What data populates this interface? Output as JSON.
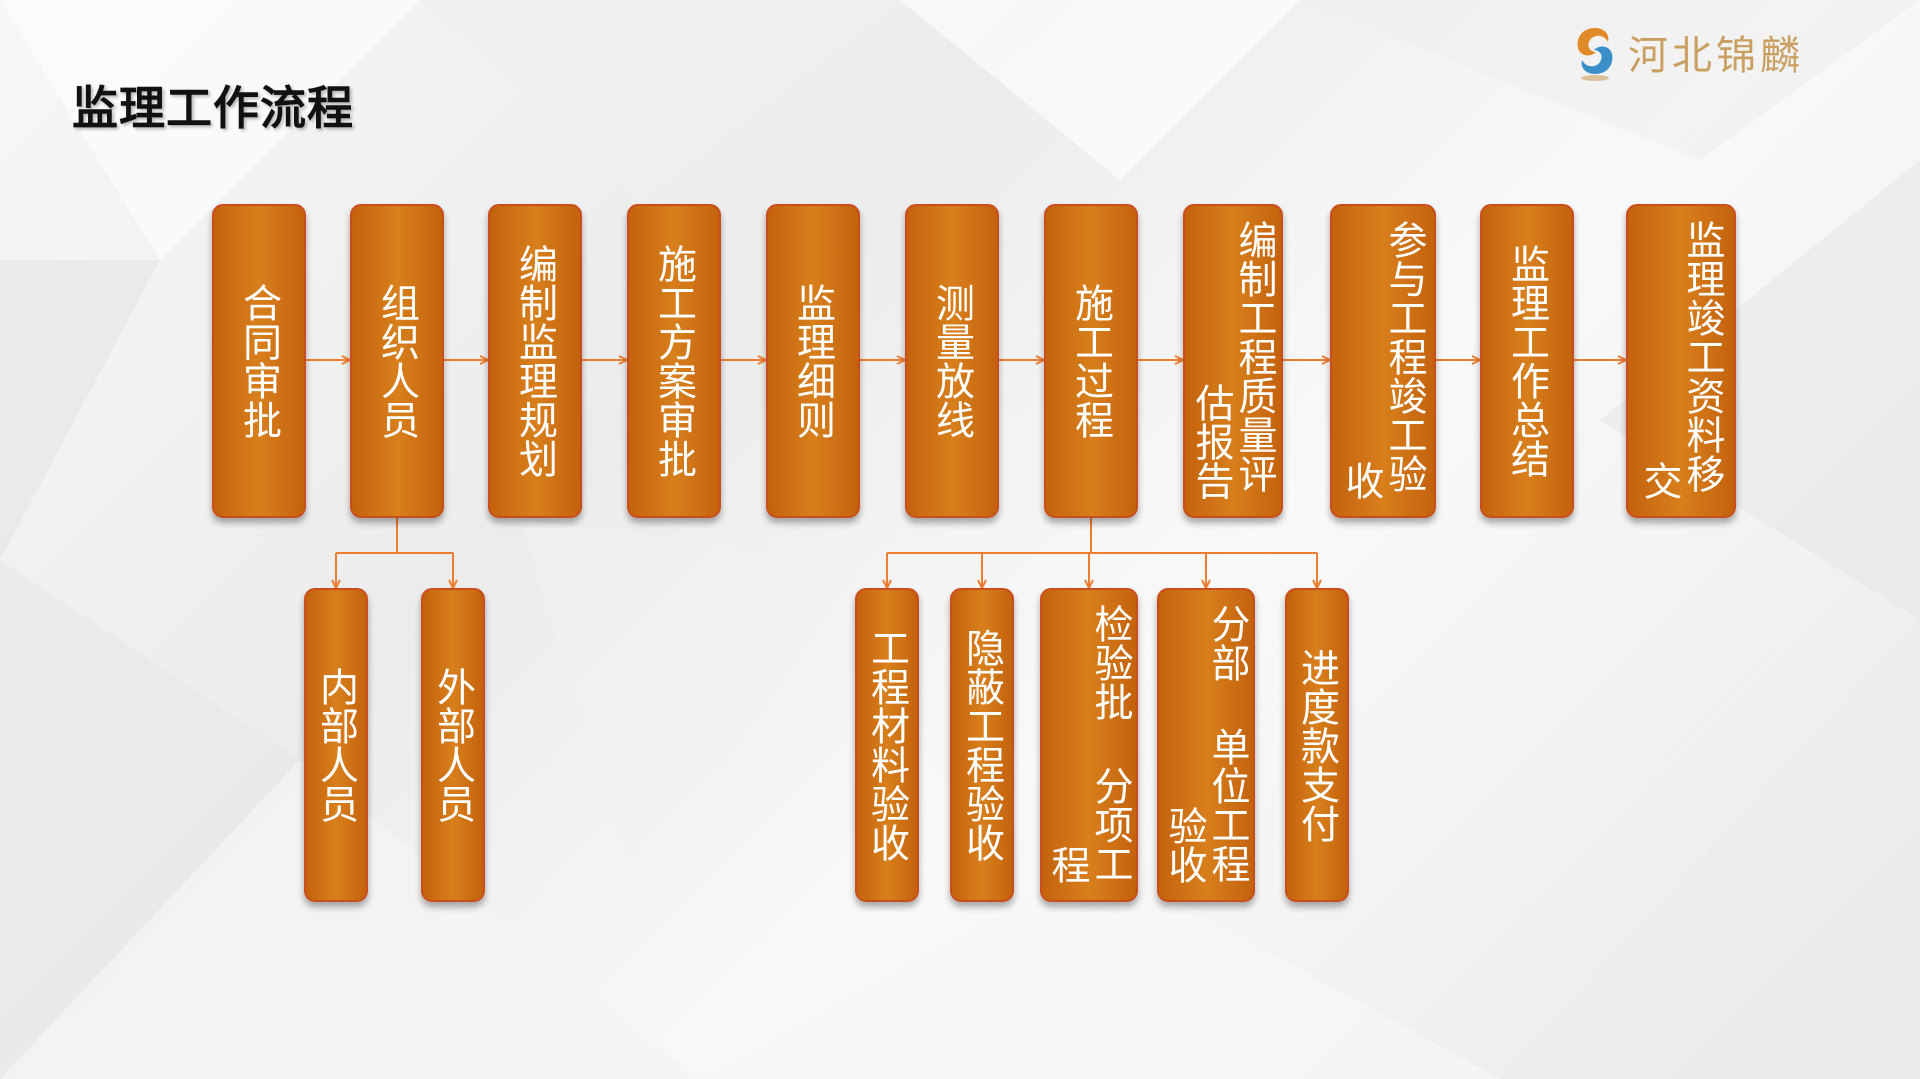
{
  "title": "监理工作流程",
  "logo": {
    "text": "河北锦麟",
    "icon": "swirl-logo-icon"
  },
  "colors": {
    "box_fill": "#d1731a",
    "box_border": "#c94e1e",
    "arrow": "#ed7d31",
    "logo_text": "#c9a062"
  },
  "main_flow": [
    {
      "id": "hetong",
      "lines": [
        "合同审批"
      ]
    },
    {
      "id": "zuzhi",
      "lines": [
        "组织人员"
      ]
    },
    {
      "id": "guihua",
      "lines": [
        "编制监理规划"
      ]
    },
    {
      "id": "fangan",
      "lines": [
        "施工方案审批"
      ]
    },
    {
      "id": "xize",
      "lines": [
        "监理细则"
      ]
    },
    {
      "id": "celiang",
      "lines": [
        "测量放线"
      ]
    },
    {
      "id": "guocheng",
      "lines": [
        "施工过程"
      ]
    },
    {
      "id": "pinggu",
      "lines": [
        "编制工程质量评",
        "估报告"
      ]
    },
    {
      "id": "jungong",
      "lines": [
        "参与工程竣工验",
        "收"
      ]
    },
    {
      "id": "zongjie",
      "lines": [
        "监理工作总结"
      ]
    },
    {
      "id": "yijiao",
      "lines": [
        "监理竣工资料移",
        "交"
      ]
    }
  ],
  "staff_branch": [
    {
      "id": "neibu",
      "lines": [
        "内部人员"
      ]
    },
    {
      "id": "waibu",
      "lines": [
        "外部人员"
      ]
    }
  ],
  "process_branch": [
    {
      "id": "cailiao",
      "lines": [
        "工程材料验收"
      ]
    },
    {
      "id": "yinbi",
      "lines": [
        "隐蔽工程验收"
      ]
    },
    {
      "id": "jianyan",
      "lines": [
        "检验批  分项工",
        "程"
      ]
    },
    {
      "id": "fenbu",
      "lines": [
        "分部  单位工程",
        "验收"
      ]
    },
    {
      "id": "jindu",
      "lines": [
        "进度款支付"
      ]
    }
  ]
}
